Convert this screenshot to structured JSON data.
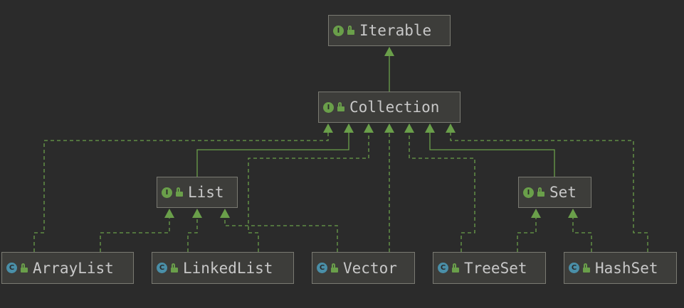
{
  "colors": {
    "background": "#2b2b2b",
    "interface_badge": "#6a9f4a",
    "class_badge": "#4a8fa8",
    "edge": "#6a9f4a"
  },
  "nodes": [
    {
      "id": "iterable",
      "kind": "interface",
      "badge": "I",
      "label": "Iterable",
      "icon": "interface-icon"
    },
    {
      "id": "collection",
      "kind": "interface",
      "badge": "I",
      "label": "Collection",
      "icon": "interface-icon"
    },
    {
      "id": "list",
      "kind": "interface",
      "badge": "I",
      "label": "List",
      "icon": "interface-icon"
    },
    {
      "id": "set",
      "kind": "interface",
      "badge": "I",
      "label": "Set",
      "icon": "interface-icon"
    },
    {
      "id": "arraylist",
      "kind": "class",
      "badge": "C",
      "label": "ArrayList",
      "icon": "class-icon"
    },
    {
      "id": "linkedlist",
      "kind": "class",
      "badge": "C",
      "label": "LinkedList",
      "icon": "class-icon"
    },
    {
      "id": "vector",
      "kind": "class",
      "badge": "C",
      "label": "Vector",
      "icon": "class-icon"
    },
    {
      "id": "treeset",
      "kind": "class",
      "badge": "C",
      "label": "TreeSet",
      "icon": "class-icon"
    },
    {
      "id": "hashset",
      "kind": "class",
      "badge": "C",
      "label": "HashSet",
      "icon": "class-icon"
    }
  ],
  "edges": [
    {
      "from": "collection",
      "to": "iterable",
      "style": "solid"
    },
    {
      "from": "list",
      "to": "collection",
      "style": "solid"
    },
    {
      "from": "set",
      "to": "collection",
      "style": "solid"
    },
    {
      "from": "arraylist",
      "to": "collection",
      "style": "dashed"
    },
    {
      "from": "linkedlist",
      "to": "collection",
      "style": "dashed"
    },
    {
      "from": "vector",
      "to": "collection",
      "style": "dashed"
    },
    {
      "from": "treeset",
      "to": "collection",
      "style": "dashed"
    },
    {
      "from": "hashset",
      "to": "collection",
      "style": "dashed"
    },
    {
      "from": "arraylist",
      "to": "list",
      "style": "dashed"
    },
    {
      "from": "linkedlist",
      "to": "list",
      "style": "dashed"
    },
    {
      "from": "vector",
      "to": "list",
      "style": "dashed"
    },
    {
      "from": "treeset",
      "to": "set",
      "style": "dashed"
    },
    {
      "from": "hashset",
      "to": "set",
      "style": "dashed"
    }
  ]
}
